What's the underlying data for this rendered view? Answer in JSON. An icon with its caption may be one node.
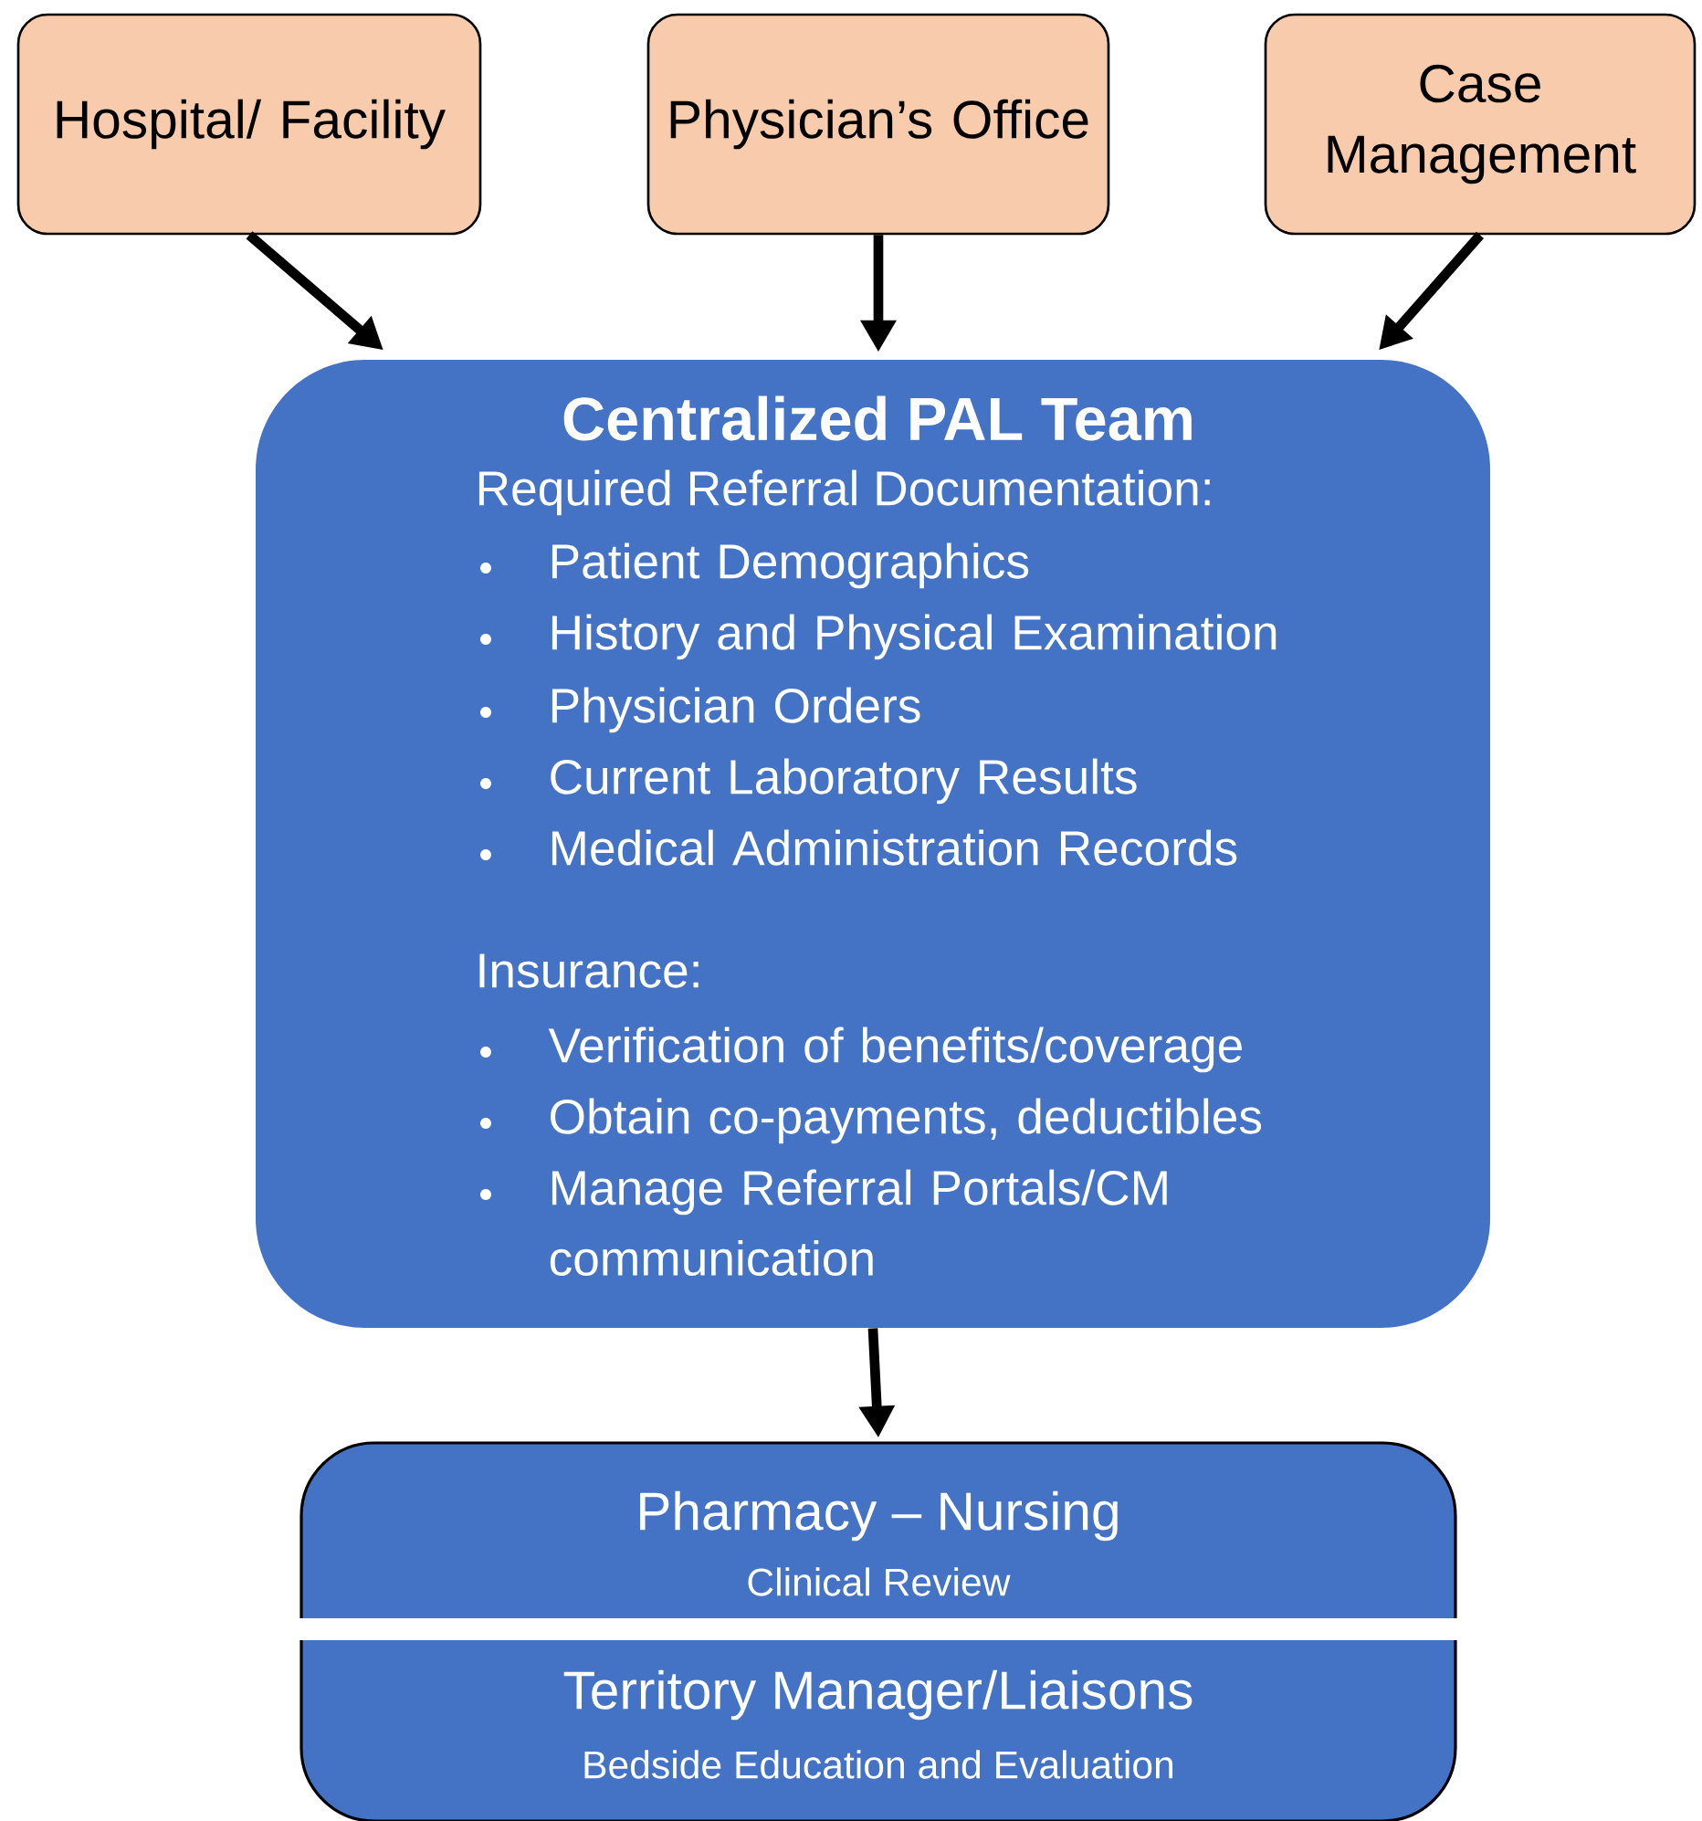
{
  "diagram": {
    "nodes": [
      {
        "text": [
          "Hospital/ Facility"
        ]
      },
      {
        "text": [
          "Physician’s Office"
        ]
      },
      {
        "text": [
          "Case Management"
        ]
      },
      {
        "text": [
          "Centralized PAL Team",
          "Required Referral Documentation:",
          "Patient Demographics",
          "History and Physical Examination",
          "Physician Orders",
          "Current Laboratory Results",
          "Medical Administration Records",
          "Insurance:",
          "Verification of benefits/coverage",
          "Obtain co-payments, deductibles",
          "Manage Referral Portals/CM communication"
        ]
      },
      {
        "text": [
          "Pharmacy – Nursing",
          "Clinical Review",
          "Territory Manager/Liaisons",
          "Bedside Education and Evaluation"
        ]
      }
    ],
    "edges": [
      {
        "from": 0,
        "to": 3,
        "arrow": "to"
      },
      {
        "from": 1,
        "to": 3,
        "arrow": "to"
      },
      {
        "from": 2,
        "to": 3,
        "arrow": "to"
      },
      {
        "from": 3,
        "to": 4,
        "arrow": "to"
      }
    ]
  }
}
